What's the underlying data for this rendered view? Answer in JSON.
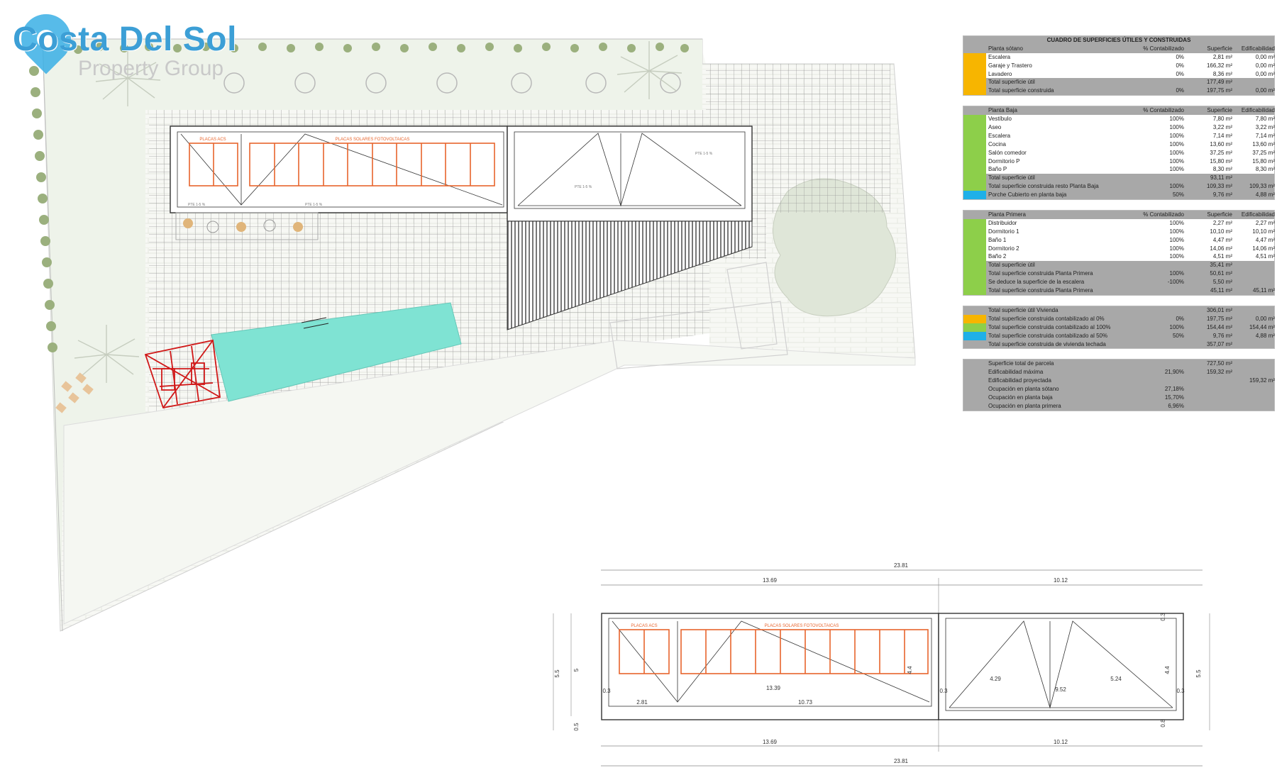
{
  "brand": {
    "title": "Costa Del Sol",
    "subtitle": "Property Group",
    "pin_color": "#3ab0e6",
    "title_color": "#3c9fd6"
  },
  "plan": {
    "label_acs": "PLACAS ACS",
    "label_pv": "PLACAS SOLARES FOTOVOLTAICAS",
    "slope": "PTE 1-5 %",
    "pool_color": "#7fe3d3",
    "panel_color": "#e8642c",
    "dims": {
      "total": "23.81",
      "left": "13.69",
      "right": "10.12",
      "h1": "5.5",
      "h2": "5",
      "h3": "0.5",
      "h4": "4.4",
      "h5": "0.3",
      "h6": "0.8",
      "d1": "2.81",
      "d2": "13.39",
      "d3": "10.73",
      "d4": "4.29",
      "d5": "9.52",
      "d6": "5.24"
    }
  },
  "table": {
    "title": "CUADRO DE SUPERFICIES ÚTILES Y CONSTRUIDAS",
    "sections": [
      {
        "color": "#f7b500",
        "header": [
          "Planta sótano",
          "% Contabilizado",
          "Superficie",
          "Edificabilidad"
        ],
        "rows": [
          [
            "Escalera",
            "0%",
            "2,81 m²",
            "0,00 m²"
          ],
          [
            "Garaje y Trastero",
            "0%",
            "166,32 m²",
            "0,00 m²"
          ],
          [
            "Lavadero",
            "0%",
            "8,36 m²",
            "0,00 m²"
          ]
        ],
        "totals": [
          {
            "label": "Total superficie útil",
            "pct": "",
            "sup": "177,49 m²",
            "edi": ""
          },
          {
            "label": "Total superficie construida",
            "pct": "0%",
            "sup": "197,75 m²",
            "edi": "0,00 m²"
          }
        ],
        "extra": []
      },
      {
        "color": "#8dcf4a",
        "header": [
          "Planta Baja",
          "% Contabilizado",
          "Superficie",
          "Edificabilidad"
        ],
        "rows": [
          [
            "Vestíbulo",
            "100%",
            "7,80 m²",
            "7,80 m²"
          ],
          [
            "Aseo",
            "100%",
            "3,22 m²",
            "3,22 m²"
          ],
          [
            "Escalera",
            "100%",
            "7,14 m²",
            "7,14 m²"
          ],
          [
            "Cocina",
            "100%",
            "13,60 m²",
            "13,60 m²"
          ],
          [
            "Salón comedor",
            "100%",
            "37,25 m²",
            "37,25 m²"
          ],
          [
            "Dormitorio P",
            "100%",
            "15,80 m²",
            "15,80 m²"
          ],
          [
            "Baño P",
            "100%",
            "8,30 m²",
            "8,30 m²"
          ]
        ],
        "totals": [
          {
            "label": "Total superficie útil",
            "pct": "",
            "sup": "93,11 m²",
            "edi": ""
          },
          {
            "label": "Total superficie construida resto Planta Baja",
            "pct": "100%",
            "sup": "109,33 m²",
            "edi": "109,33 m²"
          }
        ],
        "extra": [
          {
            "color": "#1fb0e8",
            "label": "Porche Cubierto en planta baja",
            "pct": "50%",
            "sup": "9,76 m²",
            "edi": "4,88 m²"
          }
        ]
      },
      {
        "color": "#8dcf4a",
        "header": [
          "Planta Primera",
          "% Contabilizado",
          "Superficie",
          "Edificabilidad"
        ],
        "rows": [
          [
            "Distribuidor",
            "100%",
            "2,27 m²",
            "2,27 m²"
          ],
          [
            "Dormitorio 1",
            "100%",
            "10,10 m²",
            "10,10 m²"
          ],
          [
            "Baño 1",
            "100%",
            "4,47 m²",
            "4,47 m²"
          ],
          [
            "Dormitorio 2",
            "100%",
            "14,06 m²",
            "14,06 m²"
          ],
          [
            "Baño 2",
            "100%",
            "4,51 m²",
            "4,51 m²"
          ]
        ],
        "totals": [
          {
            "label": "Total superficie útil",
            "pct": "",
            "sup": "35,41 m²",
            "edi": ""
          },
          {
            "label": "Total superficie construida Planta Primera",
            "pct": "100%",
            "sup": "50,61 m²",
            "edi": ""
          },
          {
            "label": "Se deduce la superficie de la escalera",
            "pct": "-100%",
            "sup": "5,50 m²",
            "edi": ""
          },
          {
            "label": "Total superficie construida Planta Primera",
            "pct": "",
            "sup": "45,11 m²",
            "edi": "45,11 m²"
          }
        ],
        "extra": []
      }
    ],
    "summary": [
      {
        "color": "",
        "label": "Total superficie útil Vivienda",
        "pct": "",
        "sup": "306,01 m²",
        "edi": ""
      },
      {
        "color": "#f7b500",
        "label": "Total superficie construida contabilizado al 0%",
        "pct": "0%",
        "sup": "197,75 m²",
        "edi": "0,00 m²"
      },
      {
        "color": "#8dcf4a",
        "label": "Total superficie construida contabilizado al 100%",
        "pct": "100%",
        "sup": "154,44 m²",
        "edi": "154,44 m²"
      },
      {
        "color": "#1fb0e8",
        "label": "Total superficie construida contabilizado al 50%",
        "pct": "50%",
        "sup": "9,76 m²",
        "edi": "4,88 m²"
      },
      {
        "color": "",
        "label": "Total superficie construida de vivienda techada",
        "pct": "",
        "sup": "357,07 m²",
        "edi": ""
      }
    ],
    "parcel": [
      {
        "label": "Superficie total de parcela",
        "pct": "",
        "sup": "727,50 m²",
        "edi": ""
      },
      {
        "label": "Edificabilidad máxima",
        "pct": "21,90%",
        "sup": "159,32 m²",
        "edi": ""
      },
      {
        "label": "Edificabilidad proyectada",
        "pct": "",
        "sup": "",
        "edi": "159,32 m²"
      },
      {
        "label": "Ocupación en planta sótano",
        "pct": "27,18%",
        "sup": "",
        "edi": ""
      },
      {
        "label": "Ocupación en planta baja",
        "pct": "15,70%",
        "sup": "",
        "edi": ""
      },
      {
        "label": "Ocupación en planta primera",
        "pct": "6,96%",
        "sup": "",
        "edi": ""
      }
    ]
  }
}
